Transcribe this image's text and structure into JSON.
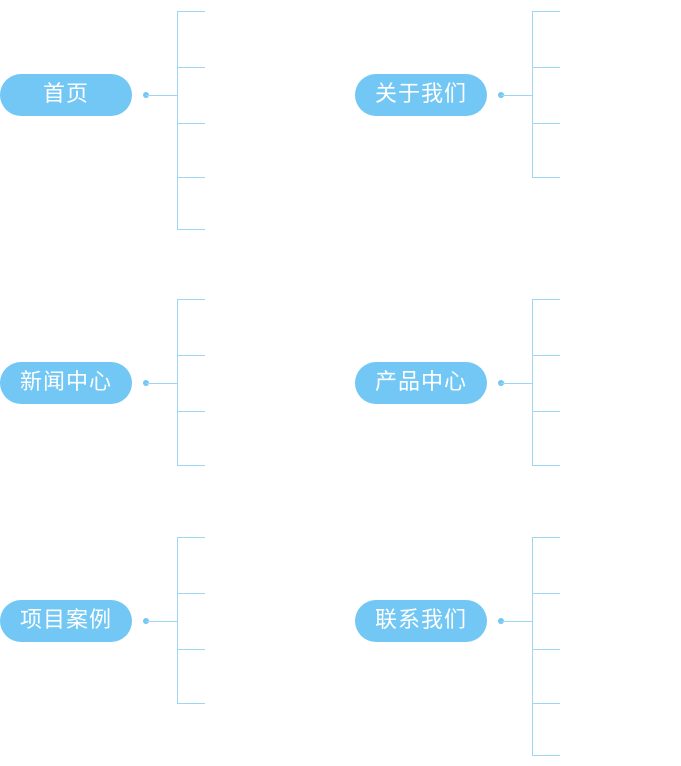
{
  "sitemap": {
    "nodes": [
      {
        "label": "首页",
        "branch_count": 5
      },
      {
        "label": "关于我们",
        "branch_count": 4
      },
      {
        "label": "新闻中心",
        "branch_count": 4
      },
      {
        "label": "产品中心",
        "branch_count": 4
      },
      {
        "label": "项目案例",
        "branch_count": 4
      },
      {
        "label": "联系我们",
        "branch_count": 5
      }
    ]
  },
  "colors": {
    "node_fill": "#72c7f5",
    "node_text": "#ffffff",
    "connector": "#9fd6f3"
  }
}
